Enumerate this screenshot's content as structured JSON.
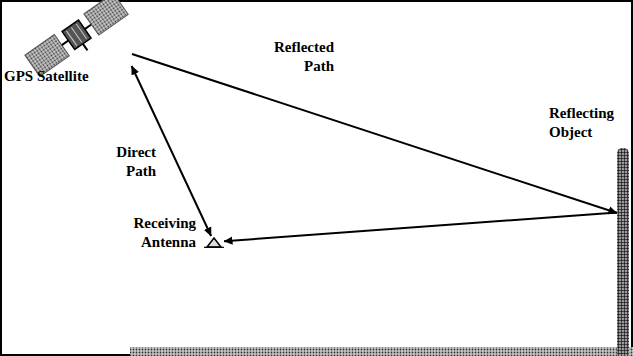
{
  "diagram": {
    "nodes": [
      {
        "text": [
          "GPS Satellite"
        ]
      },
      {
        "text": [
          "Reflecting Object"
        ]
      },
      {
        "text": [
          "Receiving Antenna"
        ]
      }
    ],
    "edges": [
      {
        "from": 0,
        "to": 1,
        "arrow": "to",
        "label": "Reflected Path"
      },
      {
        "from": 1,
        "to": 2,
        "arrow": "to"
      },
      {
        "from": 0,
        "to": 2,
        "arrow": "both",
        "label": "Direct Path"
      }
    ]
  }
}
